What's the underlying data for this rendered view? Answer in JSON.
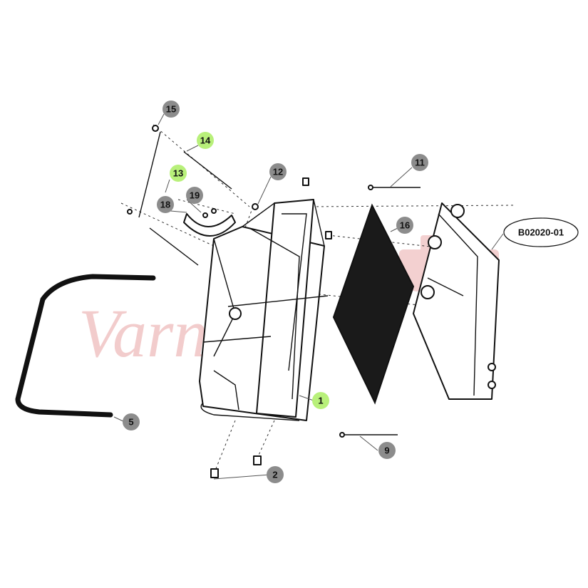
{
  "watermark": "Varney",
  "diagram_code": "B02020-01",
  "highlight_color": "#b8f07a",
  "callout_color": "#8c8c8c",
  "watermark_color": "#e8a3a3",
  "callouts": {
    "c1": "1",
    "c2": "2",
    "c5": "5",
    "c9": "9",
    "c11": "11",
    "c12": "12",
    "c13": "13",
    "c14": "14",
    "c15": "15",
    "c16": "16",
    "c18": "18",
    "c19": "19"
  }
}
